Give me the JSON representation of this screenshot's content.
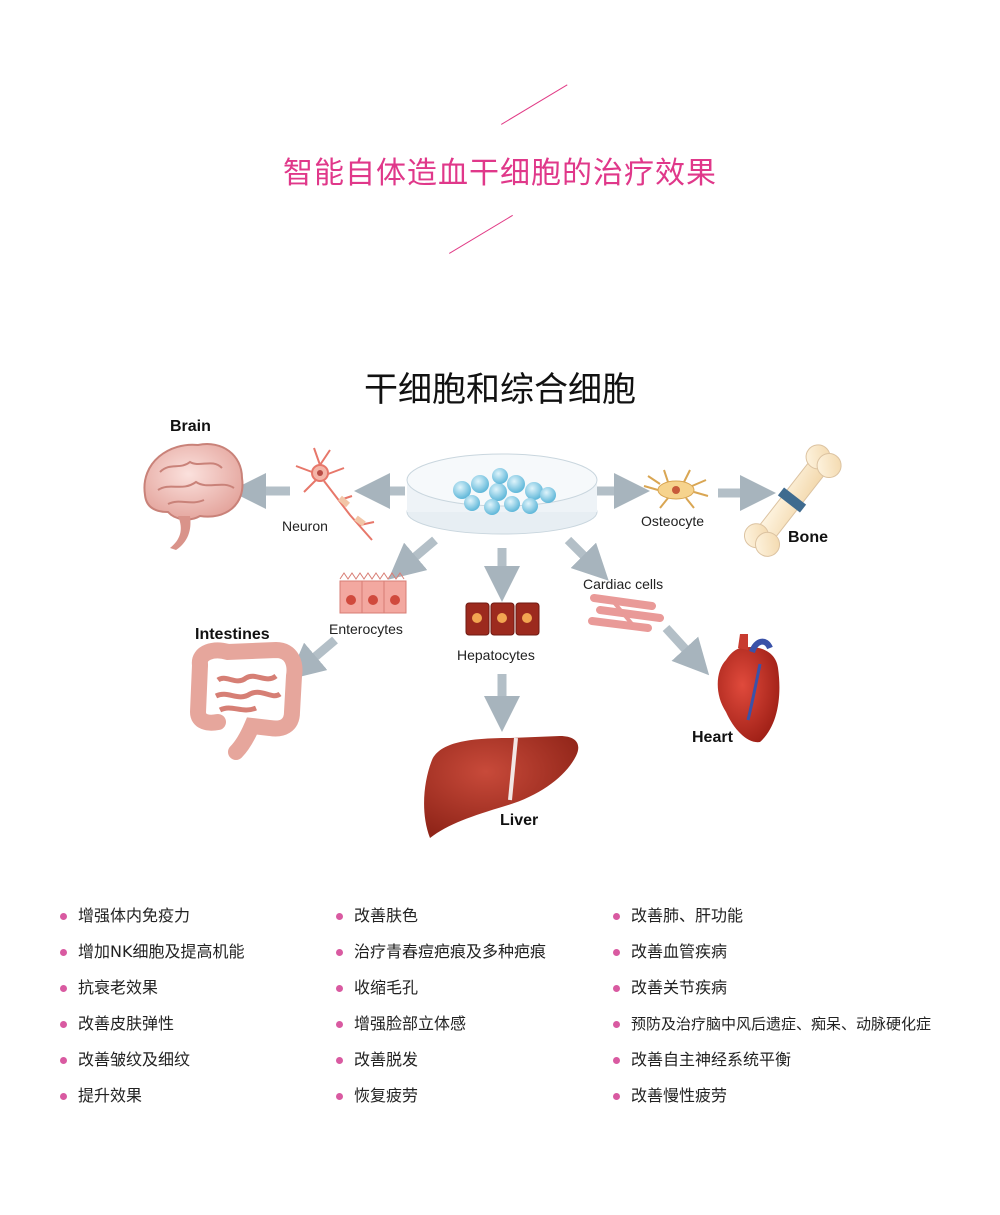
{
  "header": {
    "title": "智能自体造血干细胞的治疗效果",
    "accent_color": "#e0388a"
  },
  "diagram": {
    "title": "干细胞和综合细胞",
    "labels": {
      "brain": "Brain",
      "neuron": "Neuron",
      "osteocyte": "Osteocyte",
      "bone": "Bone",
      "enterocytes": "Enterocytes",
      "intestines": "Intestines",
      "hepatocytes": "Hepatocytes",
      "liver": "Liver",
      "cardiac_cells": "Cardiac cells",
      "heart": "Heart"
    }
  },
  "benefits": {
    "bullet_color": "#d95aa1",
    "columns": [
      [
        "增强体内免疫力",
        "增加NK细胞及提高机能",
        "抗衰老效果",
        "改善皮肤弹性",
        "改善皱纹及细纹",
        "提升效果"
      ],
      [
        "改善肤色",
        "治疗青春痘疤痕及多种疤痕",
        "收缩毛孔",
        "增强脸部立体感",
        "改善脱发",
        "恢复疲劳"
      ],
      [
        "改善肺、肝功能",
        "改善血管疾病",
        "改善关节疾病",
        "预防及治疗脑中风后遗症、痴呆、动脉硬化症",
        "改善自主神经系统平衡",
        "改善慢性疲劳"
      ]
    ]
  }
}
